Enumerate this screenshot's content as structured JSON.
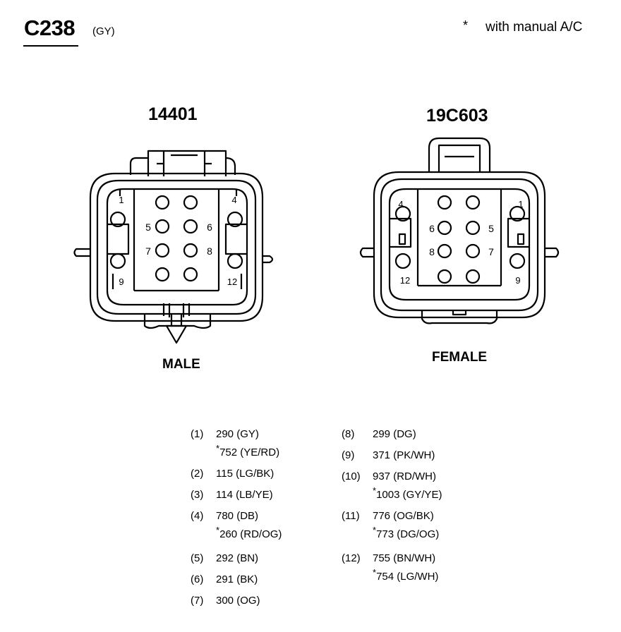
{
  "header": {
    "connector_id": "C238",
    "connector_color": "(GY)",
    "legend_symbol": "*",
    "legend_text": "with manual A/C"
  },
  "male": {
    "part_number": "14401",
    "gender": "MALE",
    "cavity_labels": [
      "1",
      "4",
      "5",
      "6",
      "7",
      "8",
      "9",
      "12"
    ]
  },
  "female": {
    "part_number": "19C603",
    "gender": "FEMALE",
    "cavity_labels": [
      "4",
      "1",
      "6",
      "5",
      "8",
      "7",
      "12",
      "9"
    ]
  },
  "circuits_left": [
    {
      "pin": "(1)",
      "wires": [
        "290 (GY)",
        "752 (YE/RD)"
      ],
      "starred": [
        false,
        true
      ]
    },
    {
      "pin": "(2)",
      "wires": [
        "115 (LG/BK)"
      ],
      "starred": [
        false
      ]
    },
    {
      "pin": "(3)",
      "wires": [
        "114 (LB/YE)"
      ],
      "starred": [
        false
      ]
    },
    {
      "pin": "(4)",
      "wires": [
        "780 (DB)",
        "260 (RD/OG)"
      ],
      "starred": [
        false,
        true
      ]
    },
    {
      "pin": "(5)",
      "wires": [
        "292 (BN)"
      ],
      "starred": [
        false
      ]
    },
    {
      "pin": "(6)",
      "wires": [
        "291 (BK)"
      ],
      "starred": [
        false
      ]
    },
    {
      "pin": "(7)",
      "wires": [
        "300 (OG)"
      ],
      "starred": [
        false
      ]
    }
  ],
  "circuits_right": [
    {
      "pin": "(8)",
      "wires": [
        "299 (DG)"
      ],
      "starred": [
        false
      ]
    },
    {
      "pin": "(9)",
      "wires": [
        "371 (PK/WH)"
      ],
      "starred": [
        false
      ]
    },
    {
      "pin": "(10)",
      "wires": [
        "937 (RD/WH)",
        "1003 (GY/YE)"
      ],
      "starred": [
        false,
        true
      ]
    },
    {
      "pin": "(11)",
      "wires": [
        "776 (OG/BK)",
        "773 (DG/OG)"
      ],
      "starred": [
        false,
        true
      ]
    },
    {
      "pin": "(12)",
      "wires": [
        "755 (BN/WH)",
        "754 (LG/WH)"
      ],
      "starred": [
        false,
        true
      ]
    }
  ]
}
